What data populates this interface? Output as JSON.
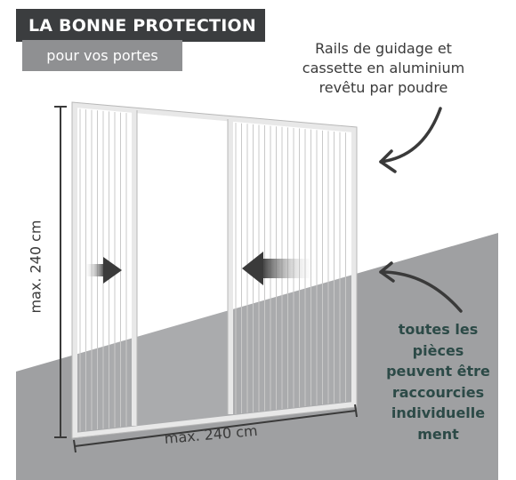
{
  "header": {
    "title": "LA BONNE PROTECTION",
    "subtitle": "pour vos portes"
  },
  "annotations": {
    "rails_lines": [
      "Rails de guidage et",
      "cassette en aluminium",
      "revêtu par poudre"
    ],
    "parts_lines": [
      "toutes les",
      "pièces",
      "peuvent être",
      "raccourcies",
      "individuelle",
      "ment"
    ]
  },
  "dimensions": {
    "width_label": "max. 240 cm",
    "height_label": "max. 240 cm"
  },
  "colors": {
    "title_bg": "#3b3d3f",
    "subtitle_bg": "#8f9092",
    "floor": "#9fa0a2",
    "parts_text": "#2c4a47",
    "arrow": "#3a3a3a"
  },
  "icons": [
    "arrow-right-icon",
    "arrow-left-icon",
    "curved-arrow-icon"
  ]
}
